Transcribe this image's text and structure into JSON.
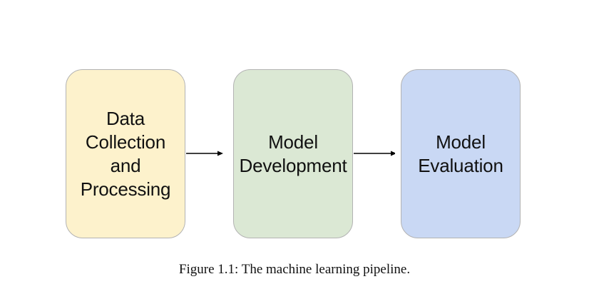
{
  "diagram": {
    "stages": [
      {
        "label": "Data\nCollection\nand\nProcessing",
        "color": "#fdf2cc"
      },
      {
        "label": "Model\nDevelopment",
        "color": "#dbe8d4"
      },
      {
        "label": "Model\nEvaluation",
        "color": "#c9d8f4"
      }
    ],
    "caption": "Figure 1.1: The machine learning pipeline."
  }
}
